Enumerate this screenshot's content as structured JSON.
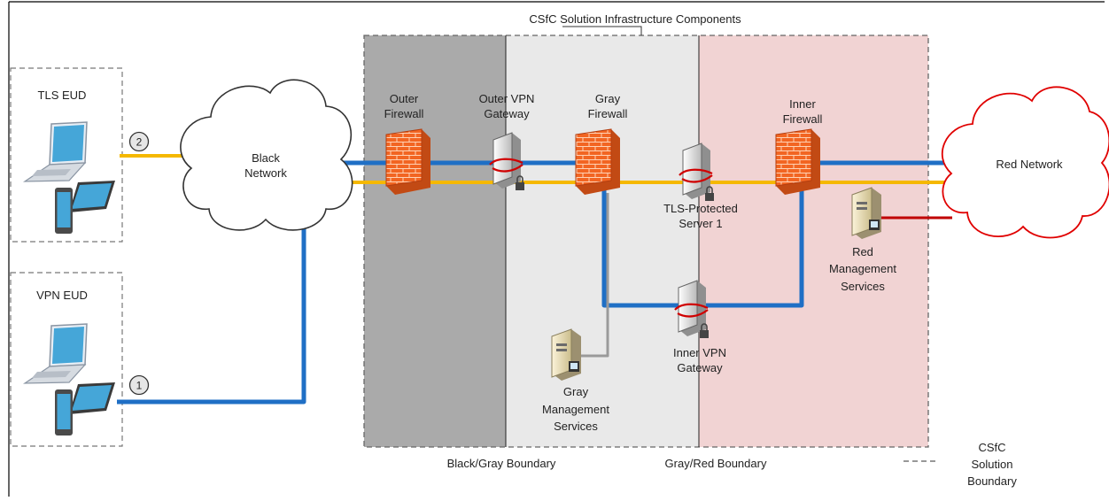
{
  "title": "CSfC Solution Infrastructure Components",
  "boundaries": {
    "black_gray": "Black/Gray Boundary",
    "gray_red": "Gray/Red Boundary"
  },
  "legend": {
    "line1": "CSfC",
    "line2": "Solution",
    "line3": "Boundary"
  },
  "eud": {
    "tls": {
      "label": "TLS EUD",
      "badge": "2"
    },
    "vpn": {
      "label": "VPN EUD",
      "badge": "1"
    }
  },
  "clouds": {
    "black": {
      "line1": "Black",
      "line2": "Network"
    },
    "red": {
      "label": "Red Network"
    }
  },
  "components": {
    "outer_firewall": {
      "line1": "Outer",
      "line2": "Firewall"
    },
    "outer_vpn": {
      "line1": "Outer VPN",
      "line2": "Gateway"
    },
    "gray_firewall": {
      "line1": "Gray",
      "line2": "Firewall"
    },
    "inner_firewall": {
      "line1": "Inner",
      "line2": "Firewall"
    },
    "tls_server": {
      "line1": "TLS-Protected",
      "line2": "Server 1"
    },
    "inner_vpn": {
      "line1": "Inner VPN",
      "line2": "Gateway"
    },
    "gray_mgmt": {
      "line1": "Gray",
      "line2": "Management",
      "line3": "Services"
    },
    "red_mgmt": {
      "line1": "Red",
      "line2": "Management",
      "line3": "Services"
    }
  },
  "colors": {
    "black_zone": "#aaaaaa",
    "gray_zone": "#e9e9e9",
    "red_zone": "#f1d3d3",
    "vpn_link": "#1f6fc5",
    "tls_link": "#f5b800",
    "red_link": "#c00000",
    "mgmt_link": "#9a9a9a",
    "red_cloud": "#e00000"
  }
}
